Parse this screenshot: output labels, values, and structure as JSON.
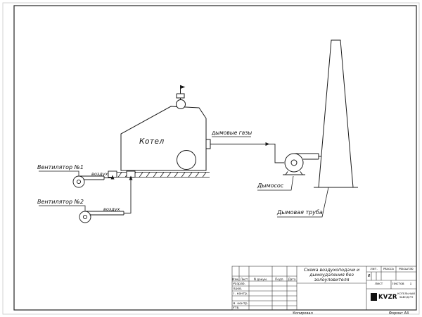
{
  "diagram": {
    "fan1_label": "Вентилятор №1",
    "fan2_label": "Вентилятор №2",
    "air_label_1": "воздух",
    "air_label_2": "воздух",
    "boiler_label": "Котел",
    "flue_gases_label": "дымовые газы",
    "exhauster_label": "Дымосос",
    "chimney_label": "Дымовая труба"
  },
  "title_block": {
    "title": "Схема воздухоподачи и дымоудаления без золоуловителя",
    "columns": {
      "izm": "Изм.",
      "list": "Лист",
      "ndoc": "N докум.",
      "podp": "Подп.",
      "data": "Дата"
    },
    "rows": {
      "razrab": "Разраб.",
      "prov": "Пров.",
      "t_kontr": "Т. контр.",
      "n_kontr": "Н. контр.",
      "utv": "Утв."
    },
    "lit_header": "Лит.",
    "lit_value": "И",
    "massa_header": "Масса",
    "masshtab_header": "Масштаб",
    "list_label": "Лист",
    "listov_label": "Листов",
    "listov_value": "1",
    "logo_text": "KVZR",
    "company": "КОТЕЛЬНЫЙ ЗАВОД РЭ",
    "kopiroval": "Копировал",
    "format": "Формат А4"
  },
  "colors": {
    "line": "#1a1a1a",
    "paper": "#ffffff"
  }
}
